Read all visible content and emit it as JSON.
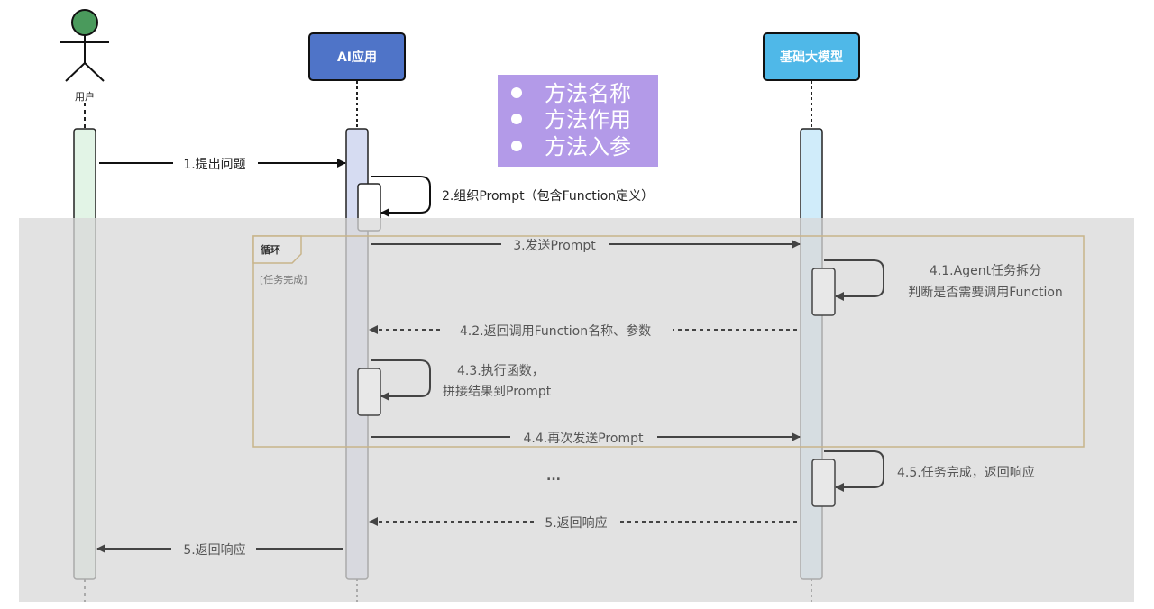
{
  "participants": {
    "user": {
      "label": "用户",
      "type": "actor",
      "color": "#4a9a5c"
    },
    "app": {
      "label": "AI应用",
      "color": "#4f74c8"
    },
    "model": {
      "label": "基础大模型",
      "color": "#4fb8e8"
    }
  },
  "note": {
    "color": "#b39ae8",
    "items": [
      "方法名称",
      "方法作用",
      "方法入参"
    ]
  },
  "loop": {
    "keyword": "循环",
    "guard": "[任务完成]",
    "border_color": "#c8b48a"
  },
  "messages": [
    {
      "id": "m1",
      "label": "1.提出问题",
      "from": "user",
      "to": "app",
      "style": "solid"
    },
    {
      "id": "m2",
      "label": "2.组织Prompt（包含Function定义）",
      "from": "app",
      "to": "app",
      "style": "self"
    },
    {
      "id": "m3",
      "label": "3.发送Prompt",
      "from": "app",
      "to": "model",
      "style": "solid"
    },
    {
      "id": "m41",
      "label_lines": [
        "4.1.Agent任务拆分",
        "判断是否需要调用Function"
      ],
      "from": "model",
      "to": "model",
      "style": "self"
    },
    {
      "id": "m42",
      "label": "4.2.返回调用Function名称、参数",
      "from": "model",
      "to": "app",
      "style": "dashed"
    },
    {
      "id": "m43",
      "label_lines": [
        "4.3.执行函数，",
        "拼接结果到Prompt"
      ],
      "from": "app",
      "to": "app",
      "style": "self"
    },
    {
      "id": "m44",
      "label": "4.4.再次发送Prompt",
      "from": "app",
      "to": "model",
      "style": "solid"
    },
    {
      "id": "ellipsis",
      "label": "..."
    },
    {
      "id": "m45",
      "label": "4.5.任务完成，返回响应",
      "from": "model",
      "to": "model",
      "style": "self"
    },
    {
      "id": "m5a",
      "label": "5.返回响应",
      "from": "model",
      "to": "app",
      "style": "dashed"
    },
    {
      "id": "m5b",
      "label": "5.返回响应",
      "from": "app",
      "to": "user",
      "style": "solid"
    }
  ]
}
